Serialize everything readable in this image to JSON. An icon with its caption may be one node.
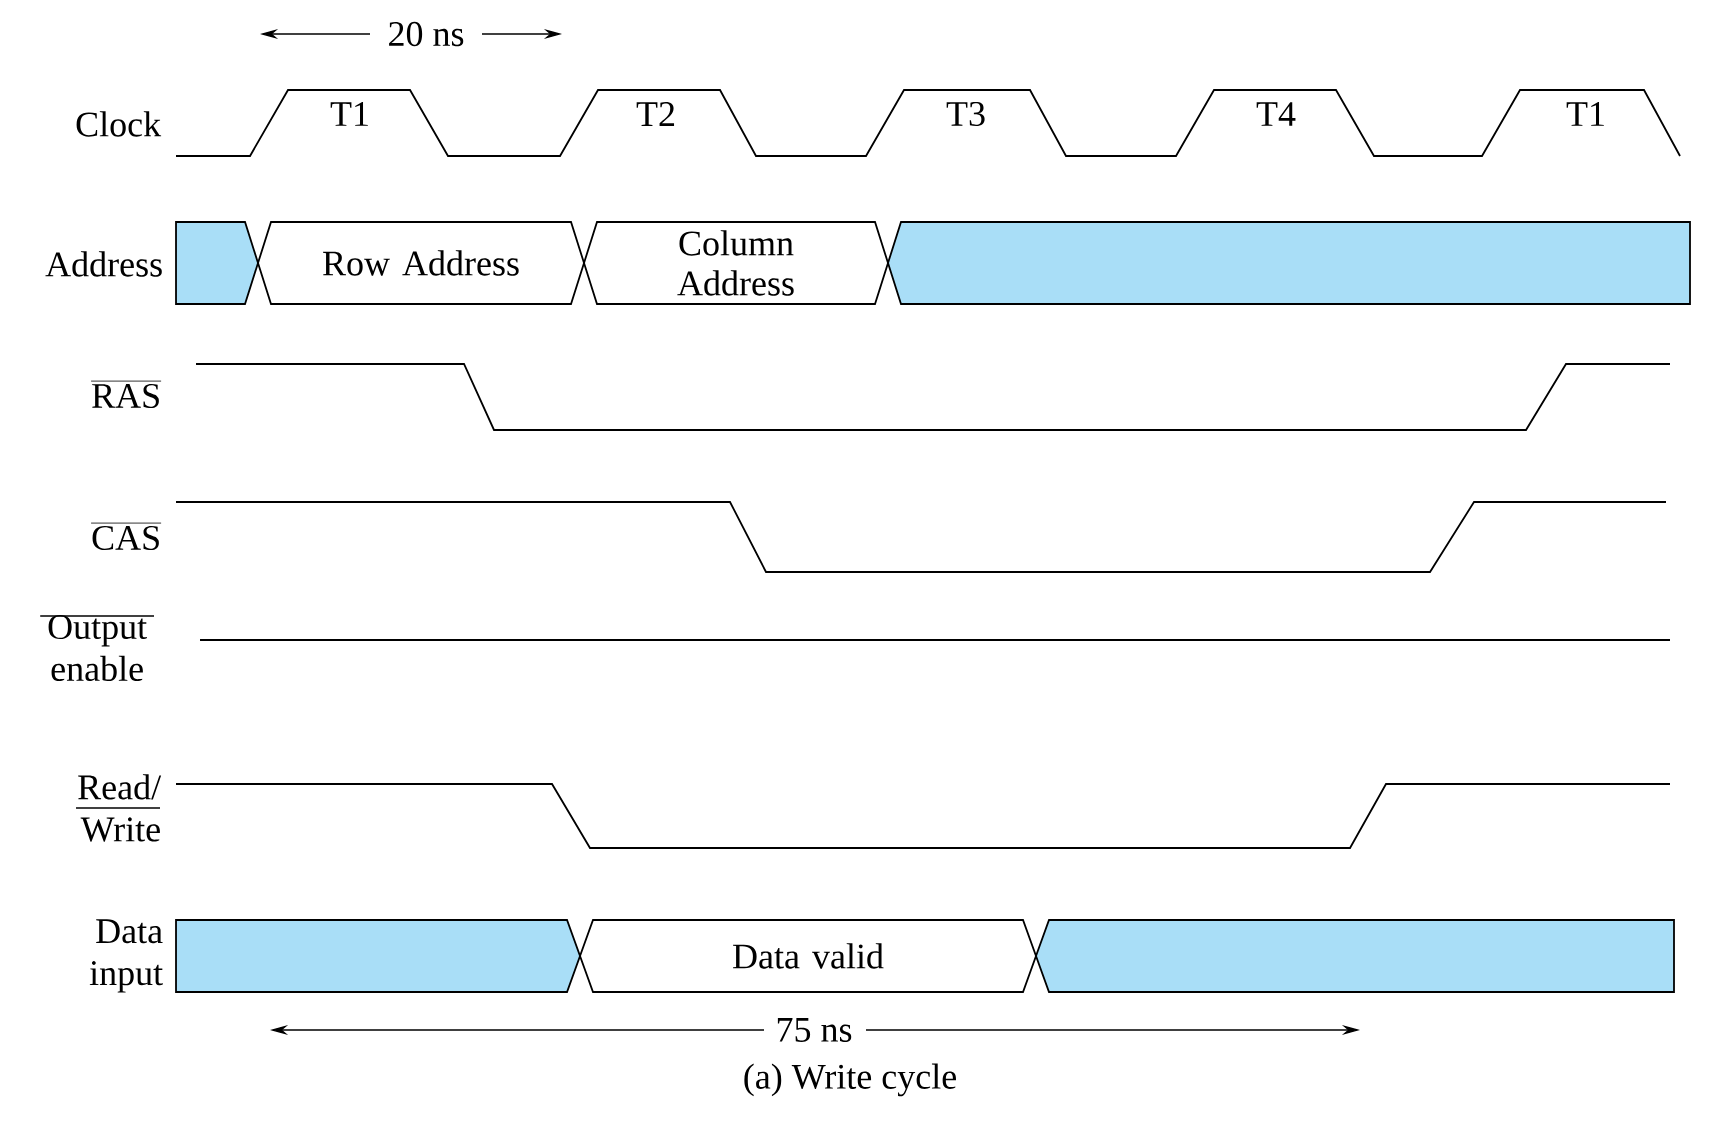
{
  "diagram": {
    "caption": "(a) Write cycle",
    "nodes": [
      {
        "text": [],
        "shape": "box"
      },
      {
        "text": [
          "Row Address"
        ]
      },
      {
        "text": [
          "Column Address"
        ]
      },
      {
        "text": [],
        "shape": "box"
      },
      {
        "text": [],
        "shape": "box"
      },
      {
        "text": [
          "Data valid"
        ]
      },
      {
        "text": [],
        "shape": "box"
      }
    ],
    "labels": [
      "20 ns",
      "Clock",
      "T1",
      "T2",
      "T3",
      "T4",
      "T1",
      "Address",
      "RAS",
      "CAS",
      "Output enable",
      "Read/ Write",
      "Data input",
      "75 ns"
    ]
  }
}
